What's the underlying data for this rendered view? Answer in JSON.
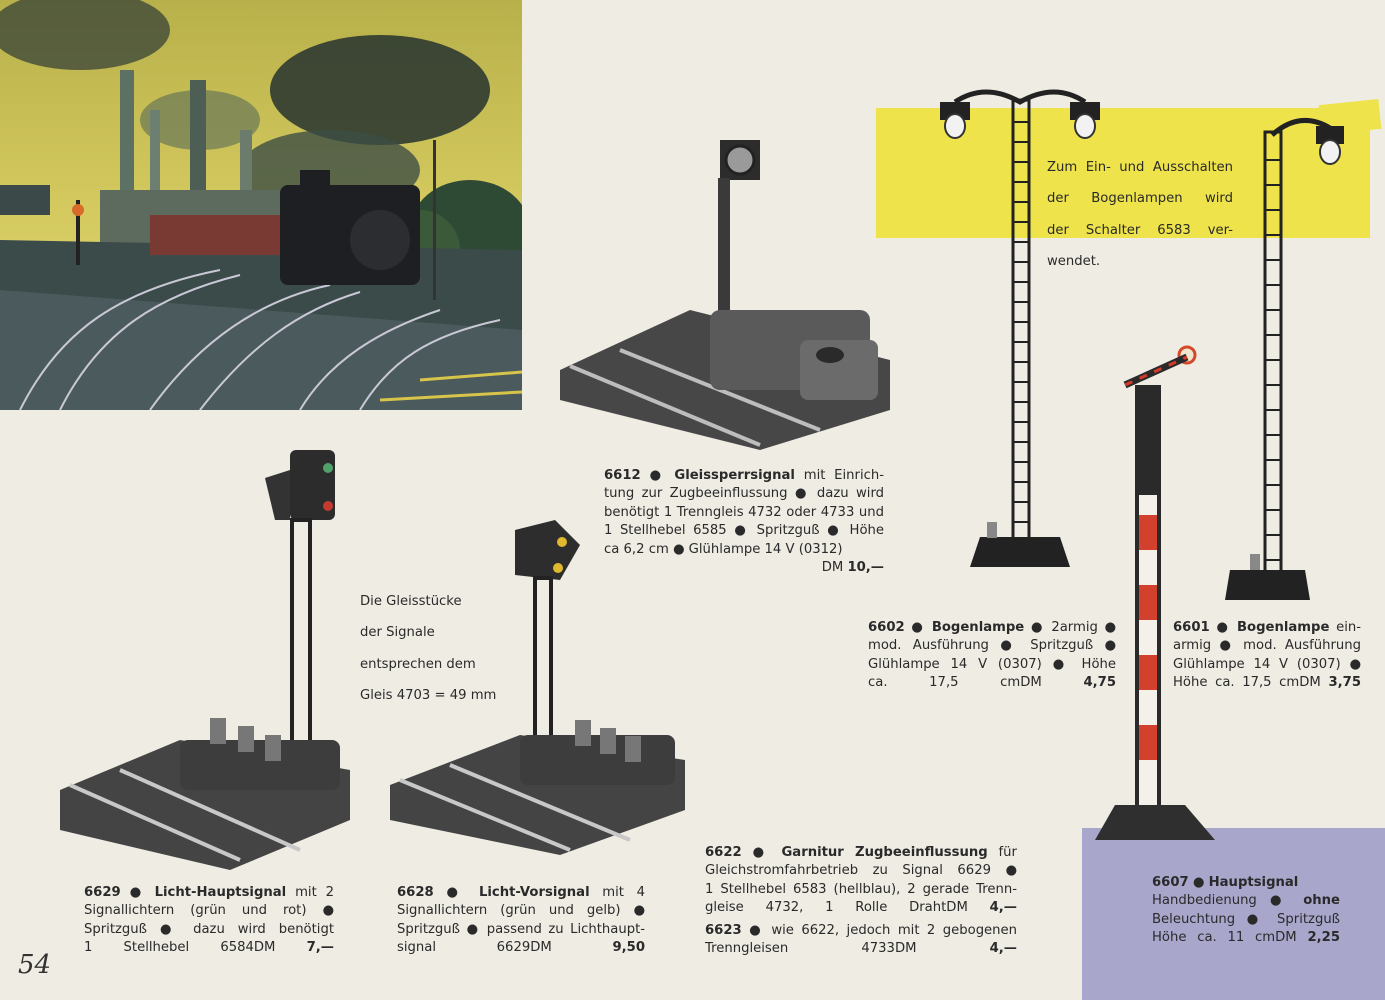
{
  "page_number": "54",
  "note_signals": [
    "Die Gleisstücke",
    "der Signale",
    "entsprechen dem",
    "Gleis 4703 = 49 mm"
  ],
  "note_lamps": [
    "Zum Ein- und Ausschalten",
    "der Bogenlampen wird",
    "der Schalter 6583 ver-",
    "wendet."
  ],
  "items": {
    "p6612": {
      "number": "6612",
      "name": "Gleissperrsignal",
      "lines": [
        "mit Einrich-",
        "tung zur Zugbeeinflussung ● dazu wird",
        "benötigt 1 Trenngleis 4732 oder 4733 und",
        "1 Stellhebel 6585 ● Spritzguß ● Höhe",
        "ca 6,2 cm ● Glühlampe 14 V (0312)"
      ],
      "price_prefix": "DM",
      "price": "10,—"
    },
    "p6602": {
      "number": "6602",
      "name": "Bogenlampe",
      "lines": [
        "● 2armig ●",
        "mod. Ausführung ● Spritzguß ●",
        "Glühlampe 14 V (0307) ● Höhe",
        "ca. 17,5 cm"
      ],
      "price_prefix": "DM",
      "price": "4,75"
    },
    "p6601": {
      "number": "6601",
      "name": "Bogenlampe",
      "lines": [
        "ein-",
        "armig ● mod. Ausführung",
        "Glühlampe 14 V (0307) ●",
        "Höhe ca. 17,5 cm"
      ],
      "price_prefix": "DM",
      "price": "3,75"
    },
    "p6629": {
      "number": "6629",
      "name": "Licht-Hauptsignal",
      "lines": [
        "mit 2",
        "Signallichtern (grün und rot) ●",
        "Spritzguß ● dazu wird benötigt",
        "1 Stellhebel 6584"
      ],
      "price_prefix": "DM",
      "price": "7,—"
    },
    "p6628": {
      "number": "6628",
      "name": "Licht-Vorsignal",
      "lines": [
        "mit 4",
        "Signallichtern (grün und gelb) ●",
        "Spritzguß ● passend zu Lichthaupt-",
        "signal 6629"
      ],
      "price_prefix": "DM",
      "price": "9,50"
    },
    "p6622": {
      "number": "6622",
      "name": "Garnitur Zugbeeinflussung",
      "lines": [
        "für",
        "Gleichstromfahrbetrieb zu Signal 6629 ●",
        "1 Stellhebel 6583 (hellblau), 2 gerade Trenn-",
        "gleise 4732, 1 Rolle Draht"
      ],
      "price_prefix": "DM",
      "price": "4,—"
    },
    "p6623": {
      "number": "6623",
      "lines": [
        "● wie 6622, jedoch mit 2 gebogenen",
        "Trenngleisen 4733"
      ],
      "price_prefix": "DM",
      "price": "4,—"
    },
    "p6607": {
      "number": "6607",
      "name": "Hauptsignal",
      "lines": [
        "Handbedienung ●",
        "ohne",
        "Beleuchtung ● Spritzguß",
        "Höhe ca. 11 cm"
      ],
      "price_prefix": "DM",
      "price": "2,25"
    }
  }
}
